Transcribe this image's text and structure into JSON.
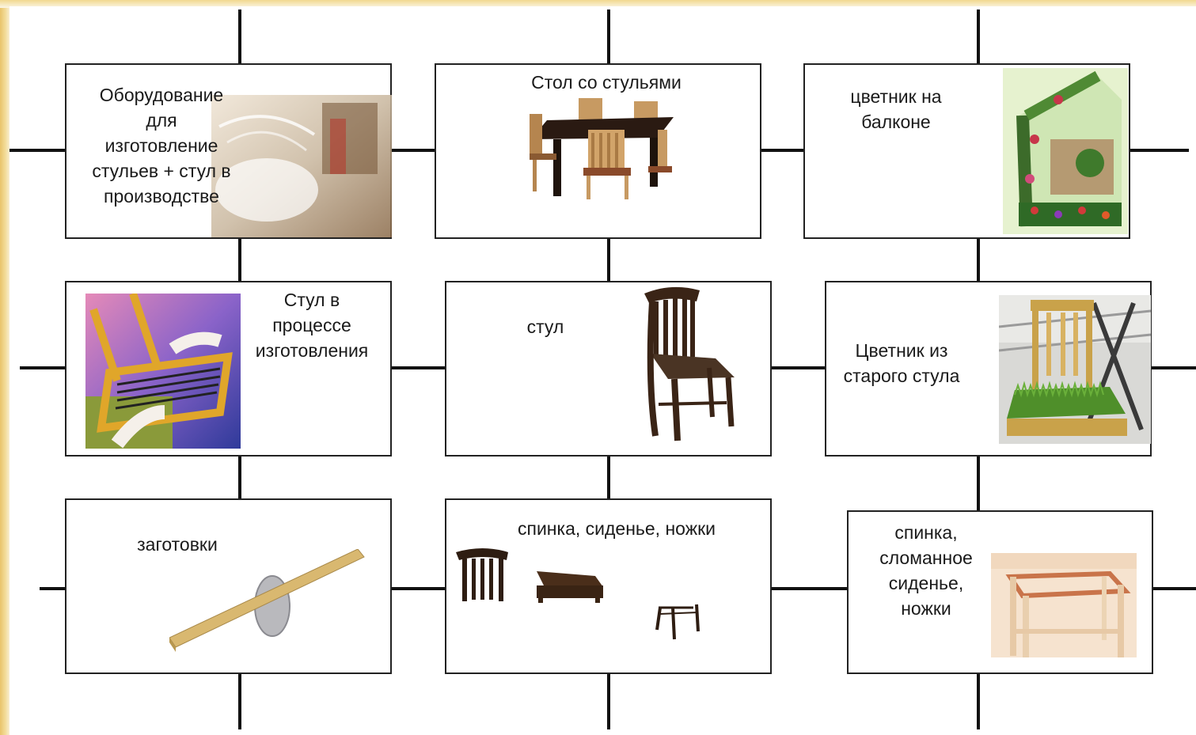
{
  "colors": {
    "line": "#111111",
    "frame": "#e9c46a",
    "card_border": "#222222"
  },
  "cards": {
    "c1": {
      "label": "Оборудование\nдля\nизготовление\nстульев + стул в\nпроизводстве",
      "image": "workshop-photo"
    },
    "c2": {
      "label": "Стол со стульями",
      "image": "table-with-chairs-photo"
    },
    "c3": {
      "label": "цветник на\nбалконе",
      "image": "balcony-garden-photo"
    },
    "c4": {
      "label": "Стул в\nпроцессе\nизготовления",
      "image": "chair-assembly-illustration"
    },
    "c5": {
      "label": "стул",
      "image": "wooden-chair-photo"
    },
    "c6": {
      "label": "Цветник из\nстарого стула",
      "image": "chair-planter-photo"
    },
    "c7": {
      "label": "заготовки",
      "image": "wood-blank-photo"
    },
    "c8": {
      "label": "спинка, сиденье, ножки",
      "image": "chair-parts-photo"
    },
    "c9": {
      "label": "спинка,\nсломанное\nсиденье,\nножки",
      "image": "broken-chair-frame-photo"
    }
  }
}
